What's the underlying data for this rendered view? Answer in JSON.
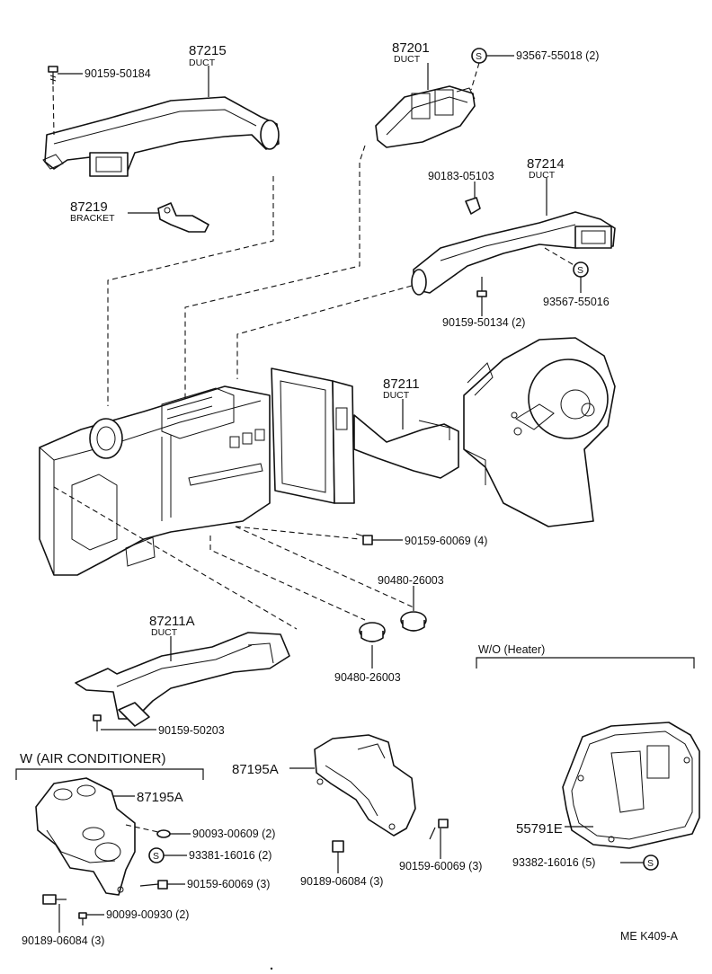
{
  "labels": {
    "p87215": "87215",
    "duct": "DUCT",
    "s90159_50184": "90159-50184",
    "p87201": "87201",
    "s93567_55018": "93567-55018 (2)",
    "p87219": "87219",
    "bracket": "BRACKET",
    "s90183_05103": "90183-05103",
    "p87214": "87214",
    "s93567_55016": "93567-55016",
    "s90159_50134": "90159-50134 (2)",
    "p87211": "87211",
    "s90159_60069_4": "90159-60069 (4)",
    "g90480_a": "90480-26003",
    "g90480_b": "90480-26003",
    "p87211A": "87211A",
    "wo_heater": "W/O (Heater)",
    "s90159_50203": "90159-50203",
    "w_ac": "W (AIR CONDITIONER)",
    "p87195A_left": "87195A",
    "p87195A_mid": "87195A",
    "s90093_00609": "90093-00609 (2)",
    "s93381_16016": "93381-16016 (2)",
    "s90159_60069_3a": "90159-60069 (3)",
    "s90099_00930": "90099-00930 (2)",
    "s90189_06084_a": "90189-06084 (3)",
    "s90189_06084_b": "90189-06084 (3)",
    "s90159_60069_3b": "90159-60069 (3)",
    "p55791E": "55791E",
    "s93382_16016": "93382-16016 (5)",
    "s_symbol": "S",
    "footer_code": "ME  K409-A"
  }
}
